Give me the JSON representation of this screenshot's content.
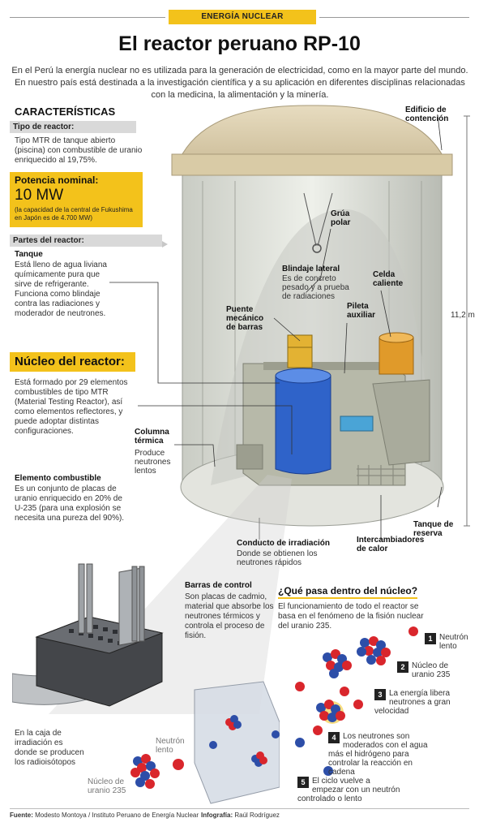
{
  "header": {
    "tag": "ENERGÍA NUCLEAR",
    "title": "El reactor peruano RP-10",
    "intro": "En el Perú la energía nuclear no es utilizada para la generación de electricidad, como en la mayor parte del mundo. En nuestro país está destinada a la investigación científica y a su aplicación en diferentes disciplinas relacionadas con la medicina, la alimentación y la minería."
  },
  "caracteristicas": {
    "heading": "CARACTERÍSTICAS",
    "tipo_label": "Tipo de reactor:",
    "tipo_text": "Tipo MTR de tanque abierto (piscina) con combustible de uranio enriquecido al 19,75%.",
    "potencia_label": "Potencia nominal:",
    "potencia_value": "10 MW",
    "potencia_note": "(la capacidad de la central de Fukushima en Japón es de 4.700 MW)",
    "partes_label": "Partes del reactor:",
    "tanque_title": "Tanque",
    "tanque_text": "Está lleno de agua liviana químicamente pura que sirve de refrigerante. Funciona como blindaje contra las radiaciones y moderador de neutrones.",
    "nucleo_title": "Núcleo del reactor:",
    "nucleo_text": "Está formado por 29 elementos combustibles de tipo MTR (Material Testing Reactor), así como elementos reflectores, y puede adoptar distintas configuraciones.",
    "elemento_title": "Elemento combustible",
    "elemento_text": "Es un conjunto de placas de uranio enriquecido en 20% de U-235 (para una explosión se necesita una pureza del 90%)."
  },
  "labels": {
    "edificio": "Edificio de contención",
    "grua": "Grúa polar",
    "blindaje_title": "Blindaje lateral",
    "blindaje_text": "Es de concreto pesado y a prueba de radiaciones",
    "celda": "Celda caliente",
    "pileta": "Pileta auxiliar",
    "puente": "Puente mecánico de barras",
    "height": "11,2 m",
    "columna_title": "Columna térmica",
    "columna_text": "Produce neutrones lentos",
    "conducto_title": "Conducto de irradiación",
    "conducto_text": "Donde se obtienen los neutrones rápidos",
    "intercambiadores": "Intercambiadores de calor",
    "tanque_reserva": "Tanque de reserva"
  },
  "barras": {
    "title": "Barras de control",
    "text": "Son placas de cadmio, material que absorbe los neutrones térmicos y controla el proceso de fisión."
  },
  "caja": {
    "text": "En la caja de irradiación es donde se producen los radioisótopos",
    "neutron_lento": "Neutrón lento",
    "nucleo_uranio": "Núcleo de uranio 235"
  },
  "nucleo_process": {
    "title": "¿Qué pasa dentro del núcleo?",
    "intro": "El funcionamiento de todo el reactor se basa en el fenómeno de la fisión nuclear del uranio 235.",
    "steps": [
      {
        "n": "1",
        "text": "Neutrón lento"
      },
      {
        "n": "2",
        "text": "Núcleo de uranio 235"
      },
      {
        "n": "3",
        "text": "La energía libera neutrones a gran velocidad"
      },
      {
        "n": "4",
        "text": "Los neutrones son moderados con el agua más el hidrógeno para controlar la reacción en cadena"
      },
      {
        "n": "5",
        "text": "El ciclo vuelve a empezar con un neutrón controlado o lento"
      }
    ]
  },
  "footer": {
    "fuente_label": "Fuente:",
    "fuente": "Modesto Montoya / Instituto Peruano de Energía Nuclear",
    "infografia_label": "Infografía:",
    "infografia": "Raúl Rodríguez"
  },
  "colors": {
    "accent": "#f3c21b",
    "water": "#2f63c9",
    "neutron": "#d9262c",
    "uranium": "#2d4ea8"
  }
}
